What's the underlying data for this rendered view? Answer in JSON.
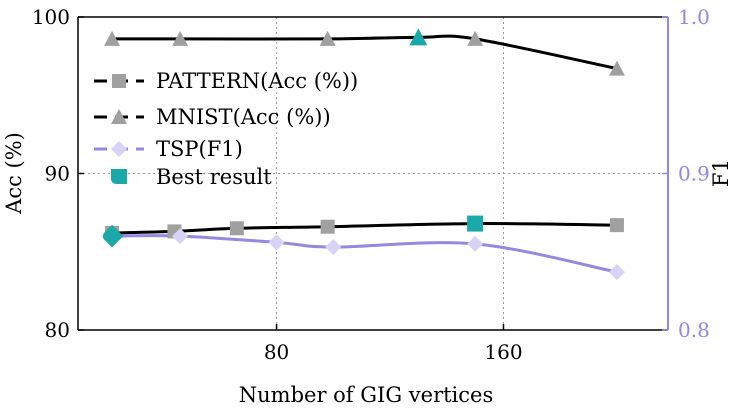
{
  "chart_data": {
    "type": "line",
    "xlabel": "Number of GIG vertices",
    "ylabel": "Acc (%)",
    "y2label": "F1",
    "xlim": [
      10,
      218
    ],
    "ylim": [
      80,
      100
    ],
    "y2lim": [
      0.8,
      1.0
    ],
    "xticks": [
      {
        "value": 80,
        "label": "80"
      },
      {
        "value": 160,
        "label": "160"
      }
    ],
    "yticks": [
      {
        "value": 80,
        "label": "80"
      },
      {
        "value": 90,
        "label": "90"
      },
      {
        "value": 100,
        "label": "100"
      }
    ],
    "y2ticks": [
      {
        "value": 0.8,
        "label": "0.8"
      },
      {
        "value": 0.9,
        "label": "0.9"
      },
      {
        "value": 1.0,
        "label": "1.0"
      }
    ],
    "grid": true,
    "legend_position": "upper-left",
    "colors": {
      "axis_right": "#9488e0",
      "pattern_line": "#000000",
      "pattern_marker": "#a0a0a0",
      "mnist_line": "#000000",
      "mnist_marker": "#a0a0a0",
      "tsp_line": "#9488e0",
      "tsp_marker": "#d8d2f4",
      "best": "#1ca8a8",
      "grid": "#999999"
    },
    "series": [
      {
        "name": "PATTERN(Acc (%))",
        "axis": "left",
        "marker": "square",
        "x": [
          22,
          44,
          66,
          98,
          150,
          200
        ],
        "y": [
          86.2,
          86.3,
          86.5,
          86.6,
          86.8,
          86.7
        ],
        "best_index": 4
      },
      {
        "name": "MNIST(Acc (%))",
        "axis": "left",
        "marker": "triangle",
        "x": [
          22,
          46,
          98,
          130,
          150,
          200
        ],
        "y": [
          98.6,
          98.6,
          98.6,
          98.7,
          98.6,
          96.7
        ],
        "best_index": 3
      },
      {
        "name": "TSP(F1)",
        "axis": "right",
        "marker": "diamond",
        "x": [
          22,
          46,
          80,
          100,
          150,
          200
        ],
        "y": [
          0.86,
          0.86,
          0.856,
          0.853,
          0.855,
          0.837
        ],
        "best_index": 0
      }
    ],
    "best_label": "Best result"
  }
}
